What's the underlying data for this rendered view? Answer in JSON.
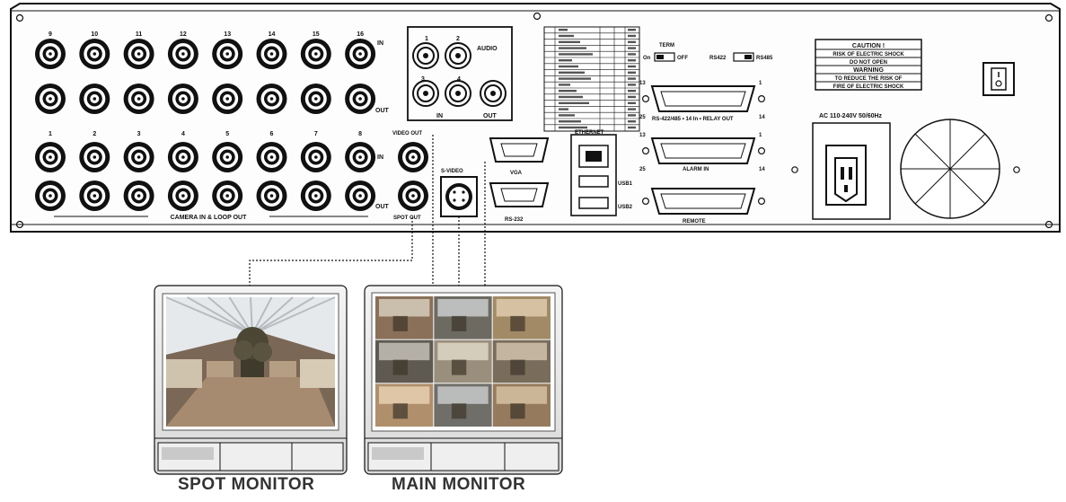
{
  "camera_in_top": [
    "9",
    "10",
    "11",
    "12",
    "13",
    "14",
    "15",
    "16"
  ],
  "camera_in_bottom": [
    "1",
    "2",
    "3",
    "4",
    "5",
    "6",
    "7",
    "8"
  ],
  "in_label": "IN",
  "out_label": "OUT",
  "camera_section_label": "CAMERA IN & LOOP OUT",
  "video_out_label": "VIDEO OUT",
  "spot_out_label": "SPOT OUT",
  "svideo_label": "S-VIDEO",
  "audio": {
    "title": "AUDIO",
    "inputs": [
      "1",
      "2",
      "3",
      "4"
    ],
    "in_label": "IN",
    "out_label": "OUT"
  },
  "vga_label": "VGA",
  "rs232_label": "RS-232",
  "ethernet_label": "ETHERNET",
  "usb1_label": "USB1",
  "usb2_label": "USB2",
  "term_label": "TERM",
  "term_on": "On",
  "term_off": "OFF",
  "rs_switch_left": "RS422",
  "rs_switch_right": "RS485",
  "db_connector_top_label": "RS-422/485 • 14 In • RELAY OUT",
  "alarm_in_label": "ALARM IN",
  "remote_label": "REMOTE",
  "pin_labels": [
    "13",
    "1",
    "25",
    "14"
  ],
  "caution": {
    "title": "CAUTION !",
    "line1": "RISK OF ELECTRIC SHOCK",
    "line2": "DO NOT OPEN",
    "warning": "WARNING",
    "line3": "TO REDUCE THE RISK OF",
    "line4": "FIRE OF ELECTRIC SHOCK"
  },
  "power_label": "AC 110-240V 50/60Hz",
  "spot_monitor_label": "SPOT MONITOR",
  "main_monitor_label": "MAIN MONITOR"
}
